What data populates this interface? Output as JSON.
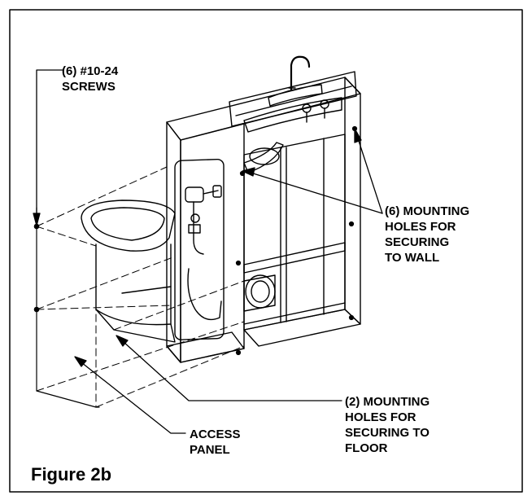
{
  "callouts": {
    "screws": [
      "(6) #10-24",
      "SCREWS"
    ],
    "wall_holes": [
      "(6) MOUNTING",
      "HOLES FOR",
      "SECURING",
      "TO WALL"
    ],
    "floor_holes": [
      "(2) MOUNTING",
      "HOLES FOR",
      "SECURING TO",
      "FLOOR"
    ],
    "access_panel": [
      "ACCESS",
      "PANEL"
    ]
  },
  "figure_caption": "Figure 2b",
  "colors": {
    "ink": "#000000",
    "paper": "#ffffff"
  }
}
